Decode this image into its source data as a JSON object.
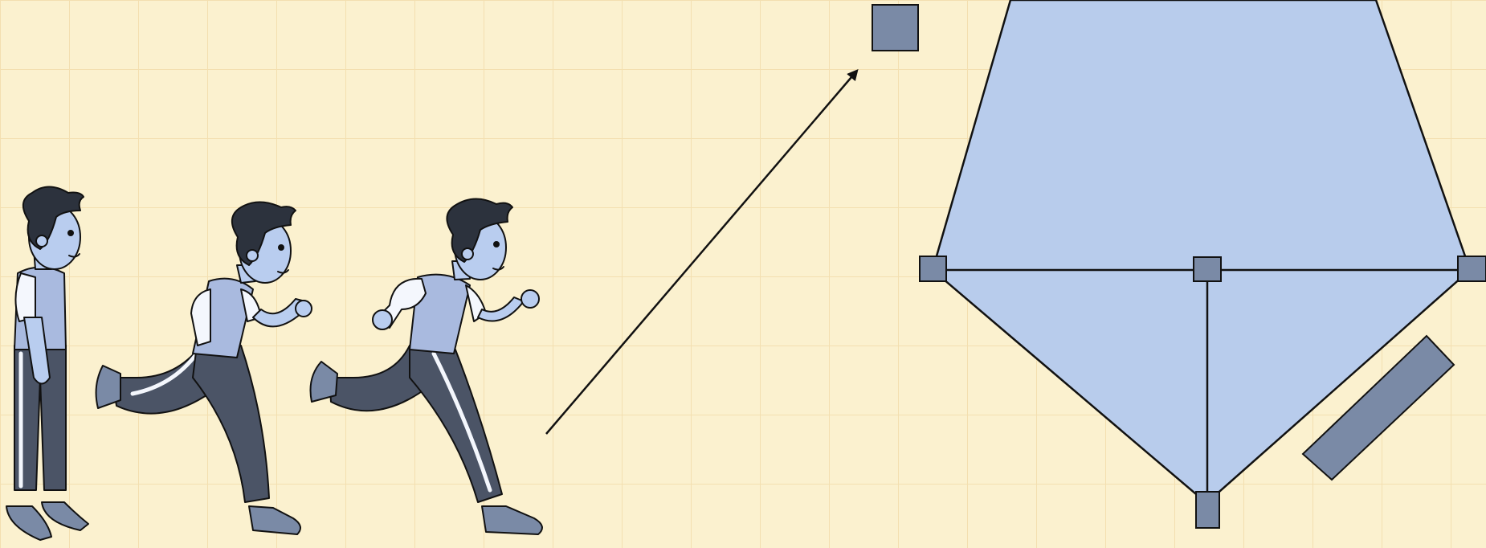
{
  "scene": {
    "background_color": "#fbf1cf",
    "grid_color": "#f3dfb0",
    "fill_color": "#b8ccec",
    "node_color": "#7a8aa6",
    "stroke_color": "#111111",
    "skin_color": "#b9cdef",
    "hair_color": "#2c323d",
    "pants_color": "#4b5466",
    "shirt_color": "#a9badf",
    "sleeve_color": "#f4f7fd",
    "figures": [
      {
        "pose": "standing"
      },
      {
        "pose": "running"
      },
      {
        "pose": "running"
      }
    ],
    "icons": [
      "arrow-icon",
      "square-node-icon",
      "hexagon-shape-icon",
      "bar-icon"
    ]
  }
}
